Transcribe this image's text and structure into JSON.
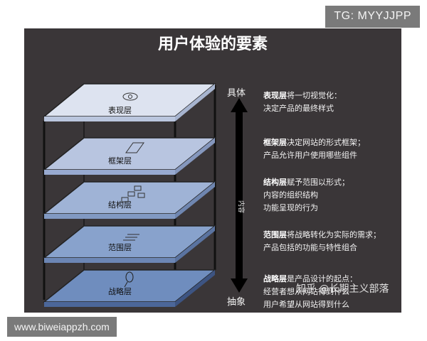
{
  "title": "用户体验的要素",
  "axis": {
    "top": "具体",
    "bottom": "抽象",
    "middle": "内容"
  },
  "layers": [
    {
      "name": "表现层",
      "icon": "eye-icon",
      "color": "#dde3f0"
    },
    {
      "name": "框架层",
      "icon": "frame-icon",
      "color": "#b8c5e0"
    },
    {
      "name": "结构层",
      "icon": "structure-icon",
      "color": "#9fb3d6"
    },
    {
      "name": "范围层",
      "icon": "list-icon",
      "color": "#88a2cc"
    },
    {
      "name": "战略层",
      "icon": "bulb-icon",
      "color": "#6f8dbe"
    }
  ],
  "descriptions": [
    {
      "term": "表现层",
      "text": "将一切视觉化：",
      "line2": "决定产品的最终样式"
    },
    {
      "term": "框架层",
      "text": "决定网站的形式框架；",
      "line2": "产品允许用户使用哪些组件"
    },
    {
      "term": "结构层",
      "text": "赋予范围以形式；",
      "line2": "内容的组织结构",
      "line3": "功能呈现的行为"
    },
    {
      "term": "范围层",
      "text": "将战略转化为实际的需求；",
      "line2": "产品包括的功能与特性组合"
    },
    {
      "term": "战略层",
      "text": "是产品设计的起点：",
      "line2": "经营者想从网站得到什么",
      "line3": "用户希望从网站得到什么"
    }
  ],
  "watermark": "知乎 @长期主义部落",
  "tg_badge": "TG: MYYJJPP",
  "url_badge": "www.biweiappzh.com"
}
